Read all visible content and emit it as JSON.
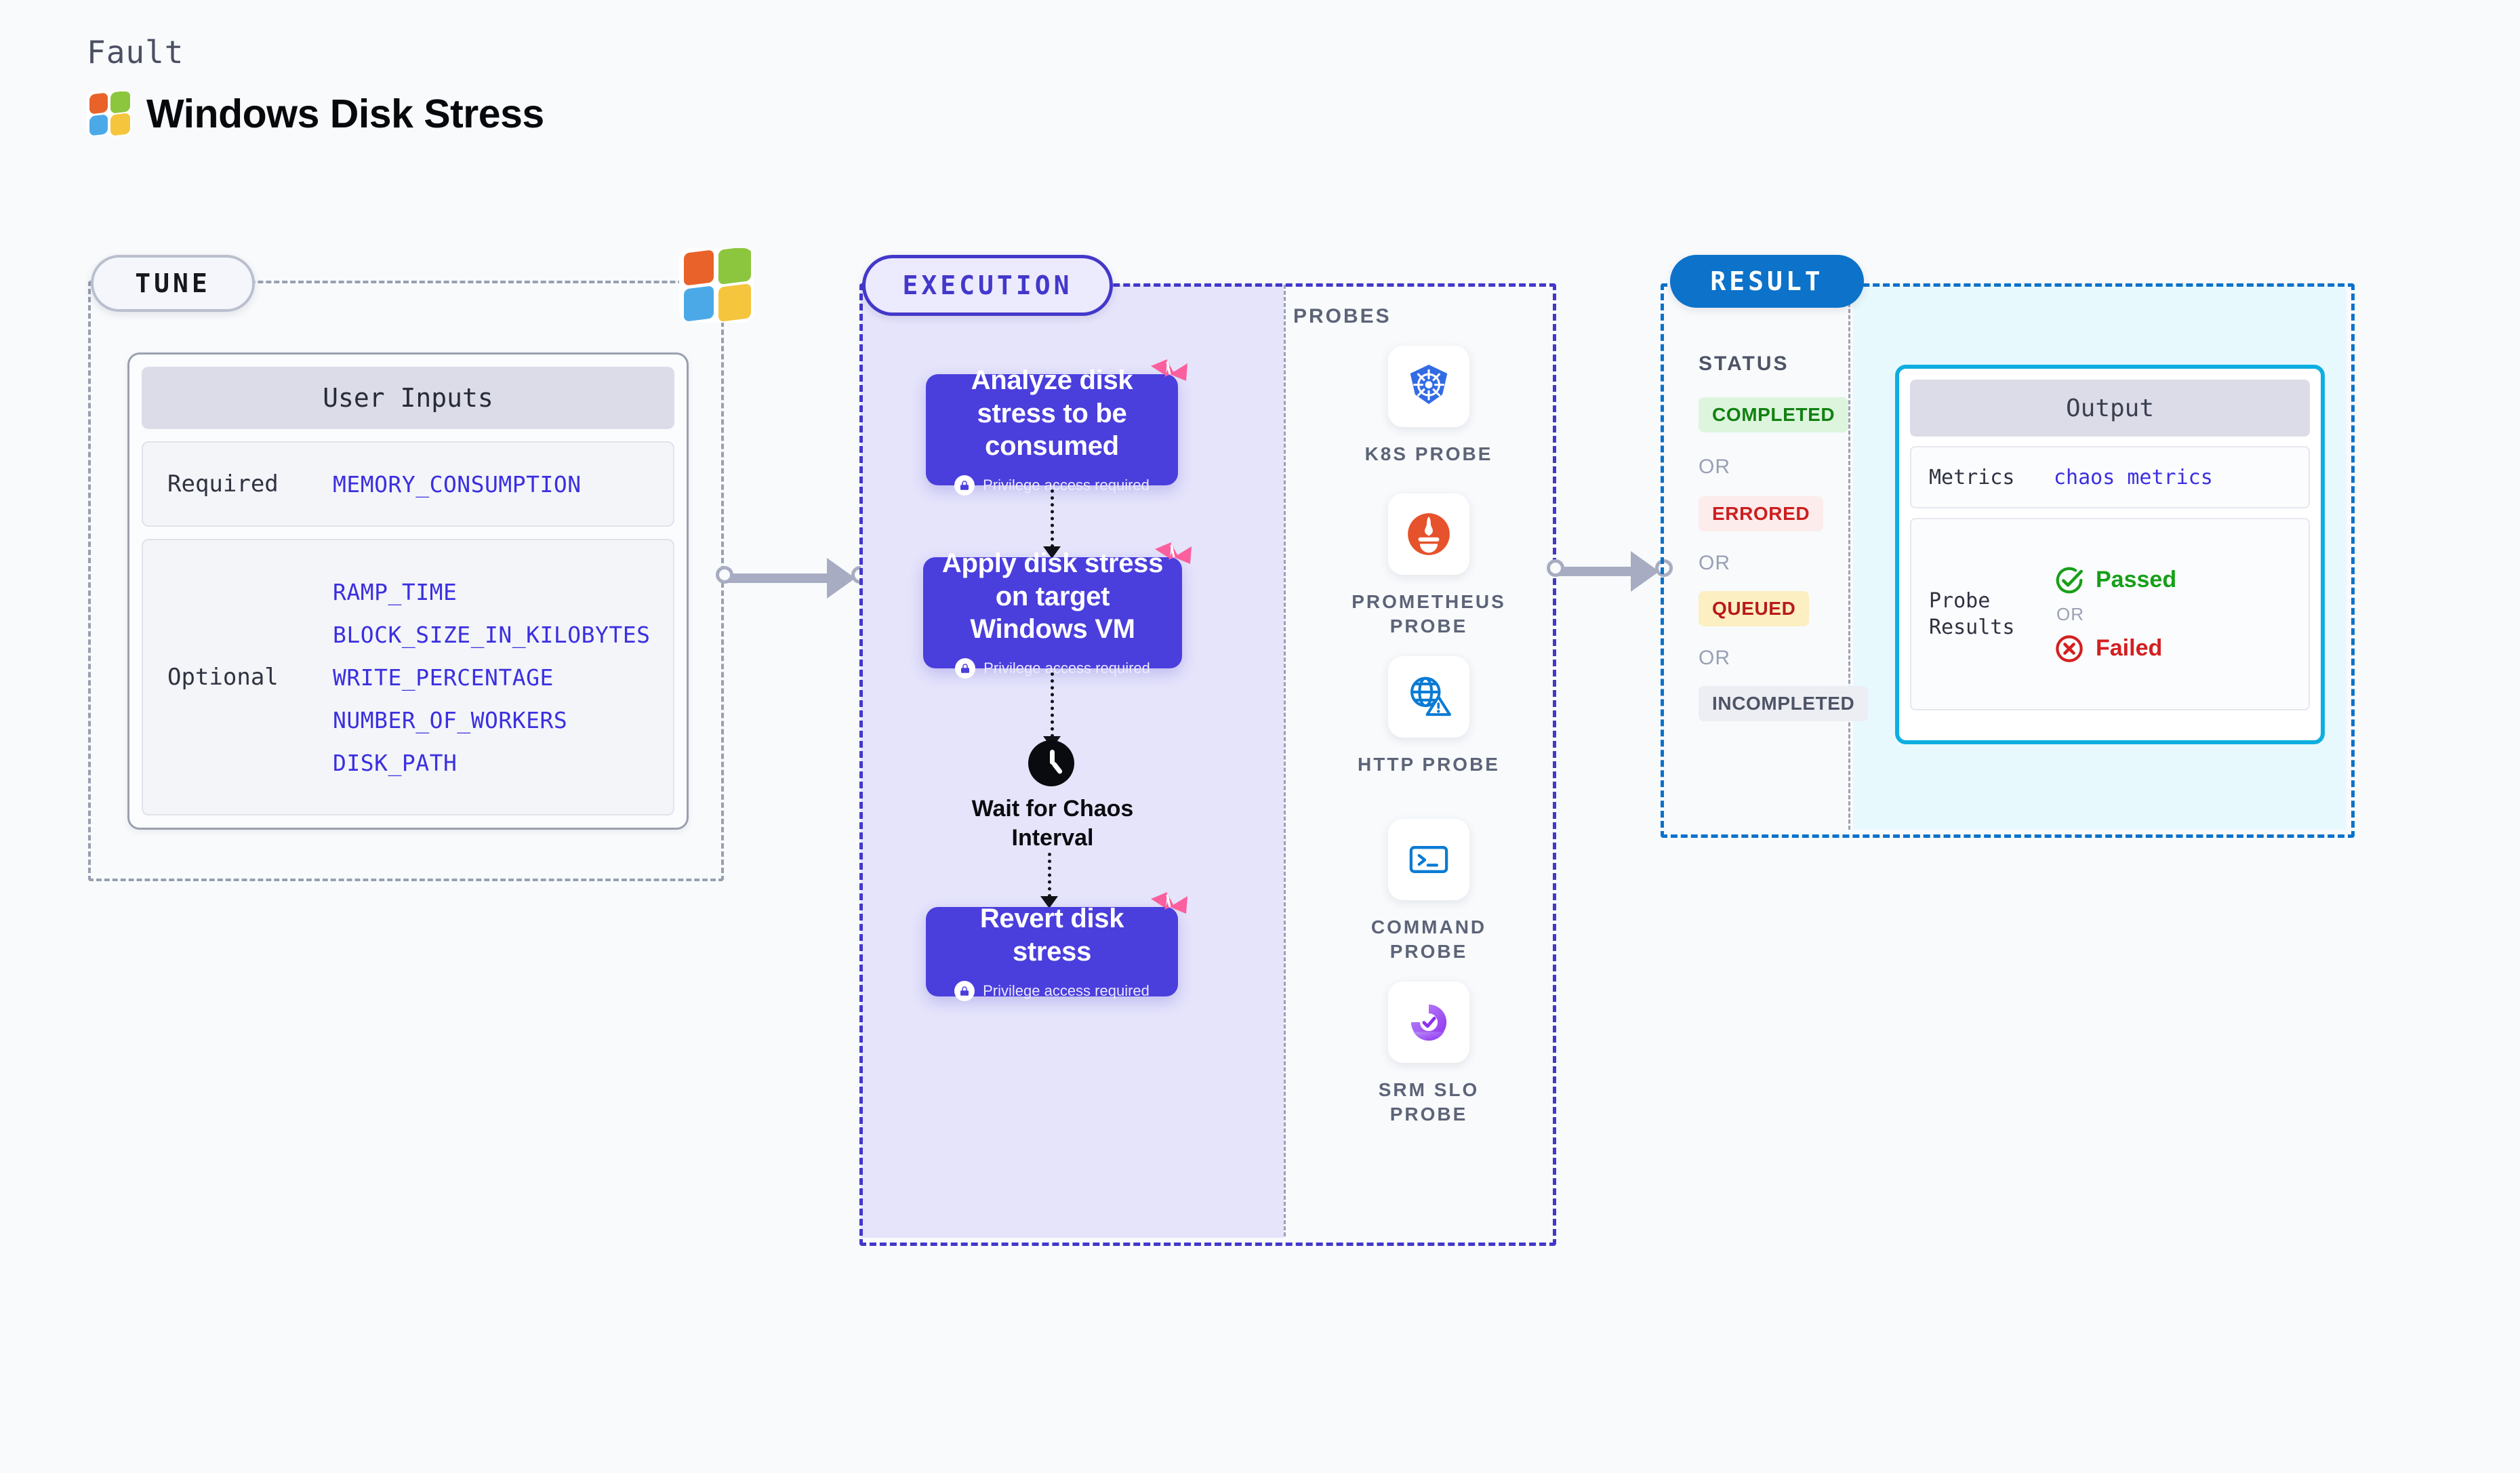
{
  "header": {
    "kicker": "Fault",
    "title": "Windows Disk Stress",
    "logo_icon": "windows-logo-icon"
  },
  "colors": {
    "background": "#f8fafc",
    "tune_border": "#97a0b0",
    "execution_accent": "#4338ca",
    "execution_fill": "#e5e4fb",
    "step_card": "#4a3edd",
    "result_accent": "#0c72ca",
    "output_border": "#0eaee0",
    "output_fill": "#e8f9fd",
    "param_text": "#3b2fe0",
    "ribbon_pink": "#fb5f9e"
  },
  "tune": {
    "badge": "TUNE",
    "logo_icon": "windows-logo-icon",
    "card_title": "User Inputs",
    "groups": [
      {
        "label": "Required",
        "params": [
          "MEMORY_CONSUMPTION"
        ]
      },
      {
        "label": "Optional",
        "params": [
          "RAMP_TIME",
          "BLOCK_SIZE_IN_KILOBYTES",
          "WRITE_PERCENTAGE",
          "NUMBER_OF_WORKERS",
          "DISK_PATH"
        ]
      }
    ]
  },
  "execution": {
    "badge": "EXECUTION",
    "privilege_note": "Privilege access required",
    "steps": [
      {
        "title": "Analyze disk stress to be consumed",
        "privileged": true,
        "ribbon_icon": "chaos-ribbon-icon"
      },
      {
        "title": "Apply disk stress on target Windows VM",
        "privileged": true,
        "ribbon_icon": "chaos-ribbon-icon"
      }
    ],
    "wait": {
      "icon": "clock-icon",
      "label": "Wait for Chaos Interval"
    },
    "revert_step": {
      "title": "Revert disk stress",
      "privileged": true,
      "ribbon_icon": "chaos-ribbon-icon"
    }
  },
  "probes": {
    "title": "PROBES",
    "items": [
      {
        "label": "K8S PROBE",
        "icon": "kubernetes-icon"
      },
      {
        "label": "PROMETHEUS PROBE",
        "icon": "prometheus-icon"
      },
      {
        "label": "HTTP PROBE",
        "icon": "http-globe-warning-icon"
      },
      {
        "label": "COMMAND PROBE",
        "icon": "terminal-icon"
      },
      {
        "label": "SRM SLO PROBE",
        "icon": "srm-slo-icon"
      }
    ]
  },
  "result": {
    "badge": "RESULT",
    "status_title": "STATUS",
    "or_label": "OR",
    "statuses": [
      {
        "label": "COMPLETED",
        "tone": "success"
      },
      {
        "label": "ERRORED",
        "tone": "error"
      },
      {
        "label": "QUEUED",
        "tone": "warning"
      },
      {
        "label": "INCOMPLETED",
        "tone": "neutral"
      }
    ],
    "output": {
      "title": "Output",
      "metrics_label": "Metrics",
      "metrics_value": "chaos metrics",
      "probe_results_label": "Probe Results",
      "or_label": "OR",
      "passed_label": "Passed",
      "failed_label": "Failed",
      "passed_icon": "check-circle-icon",
      "failed_icon": "x-circle-icon"
    }
  }
}
